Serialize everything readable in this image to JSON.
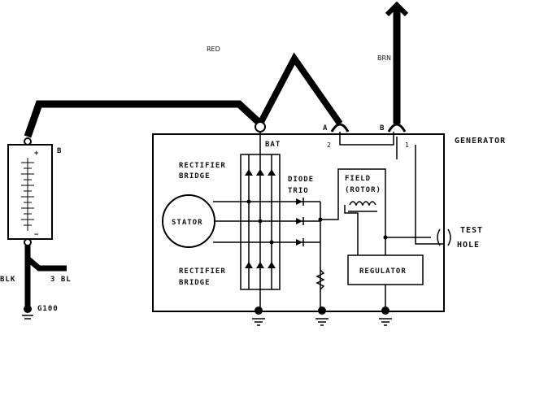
{
  "wires": {
    "red": "RED",
    "brn": "BRN",
    "blk": "BLK",
    "bl": "3 BL",
    "ground": "G100"
  },
  "battery": {
    "terminal_label": "B",
    "plus": "+",
    "minus": "−"
  },
  "generator": {
    "title": "GENERATOR",
    "terminal_a": "A",
    "terminal_b": "B",
    "pin_2": "2",
    "pin_1": "1",
    "bat": "BAT",
    "rectifier_top_line1": "RECTIFIER",
    "rectifier_top_line2": "BRIDGE",
    "rectifier_bottom_line1": "RECTIFIER",
    "rectifier_bottom_line2": "BRIDGE",
    "stator": "STATOR",
    "diode_line1": "DIODE",
    "diode_line2": "TRIO",
    "field_line1": "FIELD",
    "field_line2": "(ROTOR)",
    "regulator": "REGULATOR",
    "test_line1": "TEST",
    "test_line2": "HOLE"
  }
}
